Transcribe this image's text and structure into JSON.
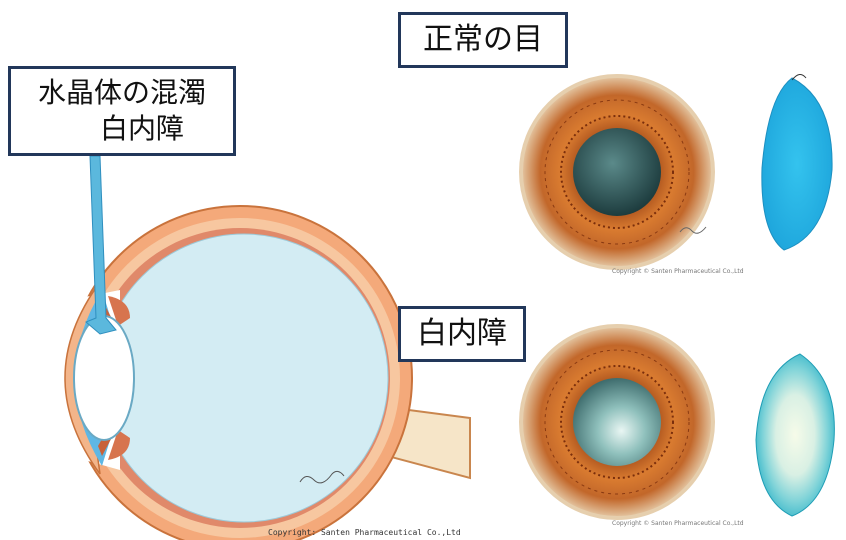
{
  "callout": {
    "line1": "水晶体の混濁",
    "line2": "白内障"
  },
  "normal_label": "正常の目",
  "cataract_label": "白内障",
  "copyright_main": "Copyright: Santen Pharmaceutical Co.,Ltd",
  "copyright_small": "Copyright © Santen Pharmaceutical Co.,Ltd",
  "colors": {
    "border": "#22375a",
    "pointer": "#5bb8dd",
    "sclera": "#f2a878",
    "vitreous": "#cfeaf3",
    "normal_lens": "#2ab4e4",
    "iris": "#c86a28",
    "pupil_normal": "#2e5a5e",
    "pupil_cataract": "#6aa0a0"
  }
}
